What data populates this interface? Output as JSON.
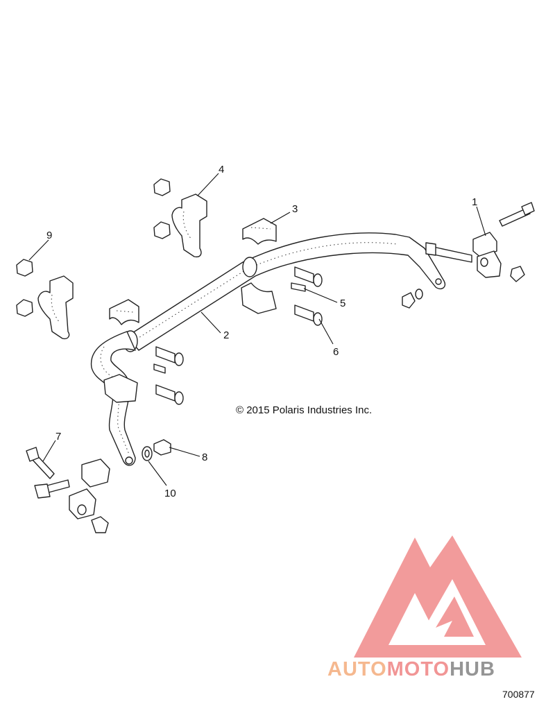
{
  "copyright": "© 2015 Polaris Industries Inc.",
  "diagram_id": "700877",
  "callouts": [
    "1",
    "2",
    "3",
    "4",
    "5",
    "6",
    "7",
    "8",
    "9",
    "10"
  ],
  "watermark": {
    "word_auto": "AUTO",
    "word_moto": "MOTO",
    "word_hub": "HUB",
    "color_orange": "#f4b183",
    "color_red": "#f08a8a",
    "color_gray": "#8a8a8a"
  }
}
